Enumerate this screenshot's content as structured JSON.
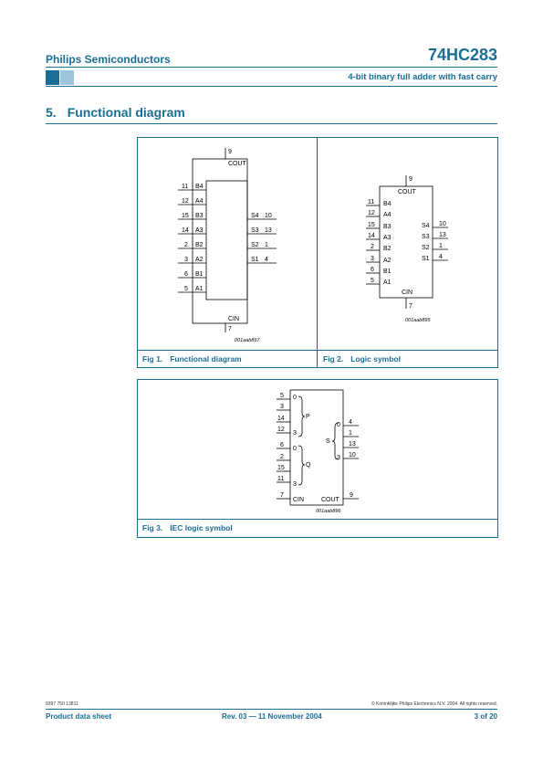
{
  "header": {
    "company": "Philips Semiconductors",
    "part_number": "74HC283",
    "subtitle": "4-bit binary full adder with fast carry"
  },
  "section": {
    "number": "5.",
    "title": "Functional diagram"
  },
  "figures": {
    "fig1": {
      "caption_num": "Fig 1.",
      "caption_title": "Functional diagram",
      "code": "001aab897",
      "top_pin": "9",
      "top_label": "COUT",
      "bottom_pin": "7",
      "bottom_label": "CIN",
      "left": [
        {
          "pin": "11",
          "label": "B4"
        },
        {
          "pin": "12",
          "label": "A4"
        },
        {
          "pin": "15",
          "label": "B3"
        },
        {
          "pin": "14",
          "label": "A3"
        },
        {
          "pin": "2",
          "label": "B2"
        },
        {
          "pin": "3",
          "label": "A2"
        },
        {
          "pin": "6",
          "label": "B1"
        },
        {
          "pin": "5",
          "label": "A1"
        }
      ],
      "right": [
        {
          "pin": "10",
          "label": "S4"
        },
        {
          "pin": "13",
          "label": "S3"
        },
        {
          "pin": "1",
          "label": "S2"
        },
        {
          "pin": "4",
          "label": "S1"
        }
      ]
    },
    "fig2": {
      "caption_num": "Fig 2.",
      "caption_title": "Logic symbol",
      "code": "001aab895",
      "top_pin": "9",
      "top_label": "COUT",
      "bottom_pin": "7",
      "bottom_label": "CIN",
      "left": [
        {
          "pin": "11",
          "label": "B4"
        },
        {
          "pin": "12",
          "label": "A4"
        },
        {
          "pin": "15",
          "label": "B3"
        },
        {
          "pin": "14",
          "label": "A3"
        },
        {
          "pin": "2",
          "label": "B2"
        },
        {
          "pin": "3",
          "label": "A2"
        },
        {
          "pin": "6",
          "label": "B1"
        },
        {
          "pin": "5",
          "label": "A1"
        }
      ],
      "right": [
        {
          "pin": "10",
          "label": "S4"
        },
        {
          "pin": "13",
          "label": "S3"
        },
        {
          "pin": "1",
          "label": "S2"
        },
        {
          "pin": "4",
          "label": "S1"
        }
      ]
    },
    "fig3": {
      "caption_num": "Fig 3.",
      "caption_title": "IEC logic symbol",
      "code": "001aab896",
      "p_pins": [
        "5",
        "3",
        "14",
        "12"
      ],
      "q_pins": [
        "6",
        "2",
        "15",
        "11"
      ],
      "s_pins": [
        "4",
        "1",
        "13",
        "10"
      ],
      "p_label": "P",
      "q_label": "Q",
      "s_label": "S",
      "idx_first": "0",
      "idx_last": "3",
      "cin_pin": "7",
      "cin_label": "CIN",
      "cout_pin": "9",
      "cout_label": "COUT"
    }
  },
  "footer": {
    "doc_code": "9397 750 13811",
    "copyright": "© Koninklijke Philips Electronics N.V. 2004. All rights reserved.",
    "doc_type": "Product data sheet",
    "revision": "Rev. 03 — 11 November 2004",
    "page": "3 of 20"
  }
}
